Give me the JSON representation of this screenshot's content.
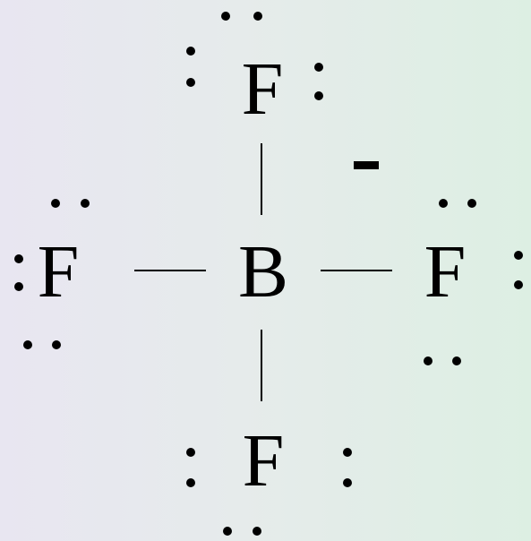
{
  "molecule": {
    "central_atom": "B",
    "ligands": {
      "top": "F",
      "left": "F",
      "right": "F",
      "bottom": "F"
    },
    "charge_symbol": "-"
  },
  "colors": {
    "ink": "#000000",
    "background_left": "#e8e6f1",
    "background_right": "#ddefe3"
  }
}
